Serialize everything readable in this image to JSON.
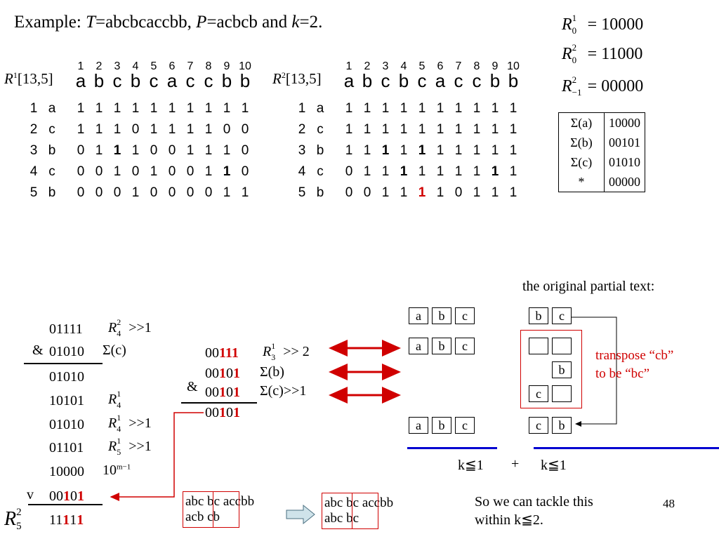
{
  "title": {
    "prefix": "Example: ",
    "T": "T",
    "eq1": "=abcbcaccbb, ",
    "P": "P",
    "eq2": "=acbcb and ",
    "k": "k",
    "eq3": "=2."
  },
  "r_values": [
    {
      "R": "R",
      "sup": "1",
      "sub": "0",
      "value": "= 10000"
    },
    {
      "R": "R",
      "sup": "2",
      "sub": "0",
      "value": "= 11000"
    },
    {
      "R": "R",
      "sup": "2",
      "sub": "−1",
      "value": "= 00000"
    }
  ],
  "sigma_table": [
    {
      "key": "Σ(a)",
      "value": "10000"
    },
    {
      "key": "Σ(b)",
      "value": "00101"
    },
    {
      "key": "Σ(c)",
      "value": "01010"
    },
    {
      "key": "*",
      "value": "00000"
    }
  ],
  "matrix1": {
    "label_R": "R",
    "label_sup": "1",
    "label_range": "[13,5]",
    "col_numbers": [
      "1",
      "2",
      "3",
      "4",
      "5",
      "6",
      "7",
      "8",
      "9",
      "10"
    ],
    "text_chars": [
      "a",
      "b",
      "c",
      "b",
      "c",
      "a",
      "c",
      "c",
      "b",
      "b"
    ],
    "rows": [
      {
        "num": "1",
        "ch": "a",
        "bits": [
          "1",
          "1",
          "1",
          "1",
          "1",
          "1",
          "1",
          "1",
          "1",
          "1"
        ]
      },
      {
        "num": "2",
        "ch": "c",
        "bits": [
          "1",
          "1",
          "1",
          "0",
          "1",
          "1",
          "1",
          "1",
          "0",
          "0"
        ]
      },
      {
        "num": "3",
        "ch": "b",
        "bits": [
          "0",
          "1",
          "1",
          "1",
          "0",
          "0",
          "1",
          "1",
          "1",
          "0"
        ]
      },
      {
        "num": "4",
        "ch": "c",
        "bits": [
          "0",
          "0",
          "1",
          "0",
          "1",
          "0",
          "0",
          "1",
          "1",
          "0"
        ]
      },
      {
        "num": "5",
        "ch": "b",
        "bits": [
          "0",
          "0",
          "0",
          "1",
          "0",
          "0",
          "0",
          "0",
          "1",
          "1"
        ]
      }
    ],
    "bold_cells": [
      [
        2,
        2
      ],
      [
        3,
        8
      ]
    ]
  },
  "matrix2": {
    "label_R": "R",
    "label_sup": "2",
    "label_range": "[13,5]",
    "col_numbers": [
      "1",
      "2",
      "3",
      "4",
      "5",
      "6",
      "7",
      "8",
      "9",
      "10"
    ],
    "text_chars": [
      "a",
      "b",
      "c",
      "b",
      "c",
      "a",
      "c",
      "c",
      "b",
      "b"
    ],
    "rows": [
      {
        "num": "1",
        "ch": "a",
        "bits": [
          "1",
          "1",
          "1",
          "1",
          "1",
          "1",
          "1",
          "1",
          "1",
          "1"
        ]
      },
      {
        "num": "2",
        "ch": "c",
        "bits": [
          "1",
          "1",
          "1",
          "1",
          "1",
          "1",
          "1",
          "1",
          "1",
          "1"
        ]
      },
      {
        "num": "3",
        "ch": "b",
        "bits": [
          "1",
          "1",
          "1",
          "1",
          "1",
          "1",
          "1",
          "1",
          "1",
          "1"
        ]
      },
      {
        "num": "4",
        "ch": "c",
        "bits": [
          "0",
          "1",
          "1",
          "1",
          "1",
          "1",
          "1",
          "1",
          "1",
          "1"
        ]
      },
      {
        "num": "5",
        "ch": "b",
        "bits": [
          "0",
          "0",
          "1",
          "1",
          "1",
          "1",
          "0",
          "1",
          "1",
          "1"
        ]
      }
    ],
    "bold_cells": [
      [
        2,
        2
      ],
      [
        2,
        4
      ],
      [
        3,
        3
      ],
      [
        3,
        8
      ]
    ],
    "red_cells": [
      [
        4,
        4
      ]
    ]
  },
  "left_calc": {
    "rows": [
      {
        "op": "",
        "bits": "01111",
        "note_R": "R",
        "note_sup": "2",
        "note_sub": "4",
        "note_rest": " >>1"
      },
      {
        "op": "&",
        "bits": "01010",
        "note": "Σ(c)"
      },
      {
        "op": "",
        "bits": "01010"
      },
      {
        "op": "",
        "bits": "10101",
        "note_R": "R",
        "note_sup": "1",
        "note_sub": "4",
        "note_rest": ""
      },
      {
        "op": "",
        "bits": "01010",
        "note_R": "R",
        "note_sup": "1",
        "note_sub": "4",
        "note_rest": " >>1"
      },
      {
        "op": "",
        "bits": "01101",
        "note_R": "R",
        "note_sup": "1",
        "note_sub": "5",
        "note_rest": " >>1"
      },
      {
        "op": "",
        "bits": "10000",
        "note": "10",
        "note_sup2": "m−1"
      },
      {
        "op": "v",
        "bits": "00101"
      },
      {
        "op": "",
        "bits": "11111"
      }
    ],
    "result_R": "R",
    "result_sup": "2",
    "result_sub": "5"
  },
  "middle_calc": {
    "rows": [
      {
        "op": "",
        "bits": "00111",
        "note_R": "R",
        "note_sup": "1",
        "note_sub": "3",
        "note_rest": " >> 2"
      },
      {
        "op": "",
        "bits": "00101",
        "note": "Σ(b)"
      },
      {
        "op": "&",
        "bits": "00101",
        "note": "Σ(c)>>1"
      },
      {
        "op": "",
        "bits": "00101"
      }
    ]
  },
  "right_area": {
    "heading": "the original partial text:",
    "box_rows": [
      [
        "a",
        "b",
        "c"
      ],
      [
        "a",
        "b",
        "c"
      ],
      [
        "a",
        "b",
        "c"
      ]
    ],
    "orig_top": [
      "b",
      "c"
    ],
    "transpose_mid_b": "b",
    "transpose_mid_c": "c",
    "orig_bottom": [
      "c",
      "b"
    ],
    "transpose_note": [
      "transpose “cb”",
      "to be “bc”"
    ],
    "k1": "k≦1",
    "plus": "+",
    "k2": "k≦1"
  },
  "bottom": {
    "seq1_top": [
      "abc",
      "bc",
      "accbb"
    ],
    "seq1_bottom": [
      "acb",
      "cb"
    ],
    "seq2_top": [
      "abc",
      "bc",
      "accbb"
    ],
    "seq2_bottom": [
      "abc",
      "bc"
    ],
    "conclusion": [
      "So we can tackle this",
      "within k≦2."
    ],
    "page": "48"
  }
}
